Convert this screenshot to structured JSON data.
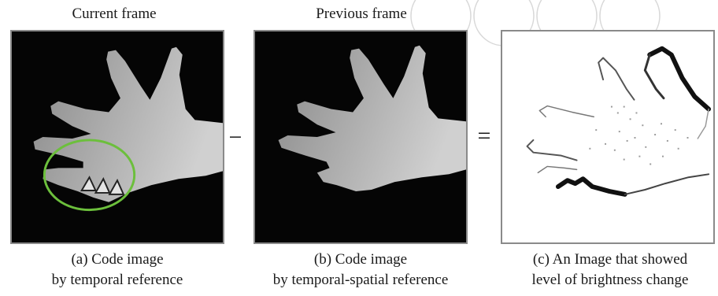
{
  "figure": {
    "headers": {
      "current": "Current frame",
      "previous": "Previous frame"
    },
    "operators": {
      "minus": "−",
      "equals": "="
    },
    "captions": {
      "a": {
        "line1": "(a) Code image",
        "line2": "by temporal reference"
      },
      "b": {
        "line1": "(b) Code image",
        "line2": "by temporal-spatial reference"
      },
      "c": {
        "line1": "(c) An Image that showed",
        "line2": "level of brightness change"
      }
    },
    "colors": {
      "highlight_circle": "#6cbf3c",
      "panel_border": "#8a8a8a",
      "panel_bg": "#050505"
    }
  }
}
